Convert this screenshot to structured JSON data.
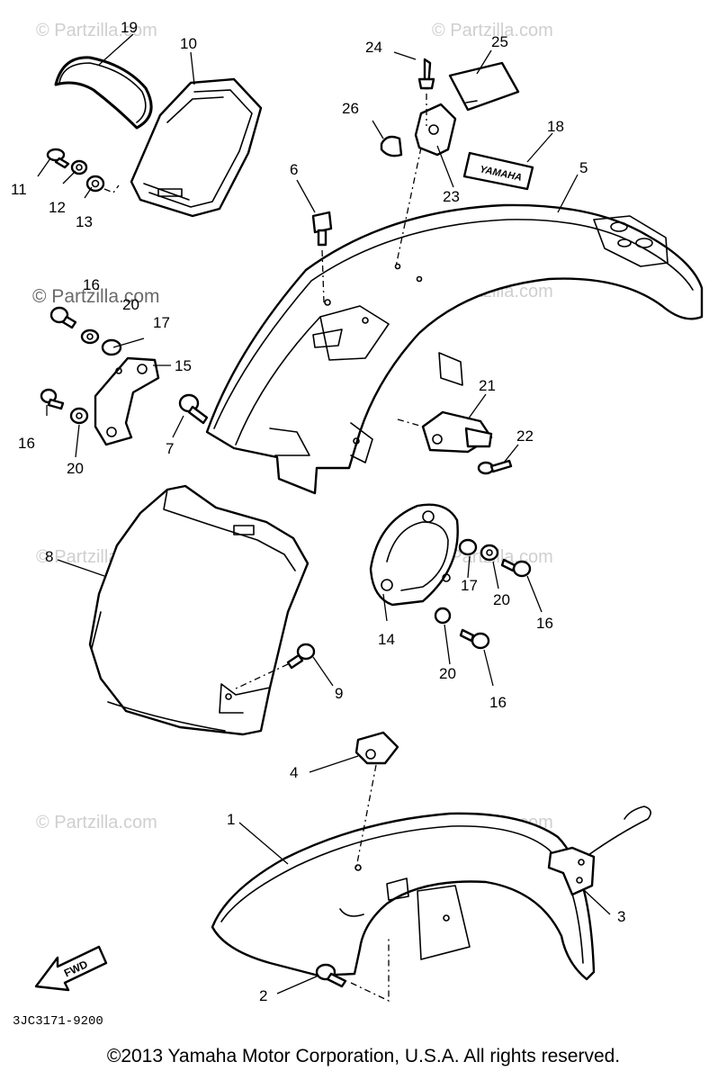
{
  "diagram": {
    "part_numbers": [
      "1",
      "2",
      "3",
      "4",
      "5",
      "6",
      "7",
      "8",
      "9",
      "10",
      "11",
      "12",
      "13",
      "14",
      "15",
      "16",
      "17",
      "18",
      "19",
      "20",
      "21",
      "22",
      "23",
      "24",
      "25",
      "26"
    ],
    "callouts": {
      "c1": "1",
      "c2": "2",
      "c3": "3",
      "c4": "4",
      "c5": "5",
      "c6": "6",
      "c7": "7",
      "c8": "8",
      "c9": "9",
      "c10": "10",
      "c11": "11",
      "c12": "12",
      "c13": "13",
      "c14": "14",
      "c15": "15",
      "c16a": "16",
      "c16b": "16",
      "c16c": "16",
      "c16d": "16",
      "c17a": "17",
      "c17b": "17",
      "c18": "18",
      "c19": "19",
      "c20a": "20",
      "c20b": "20",
      "c20c": "20",
      "c20d": "20",
      "c21": "21",
      "c22": "22",
      "c23": "23",
      "c24": "24",
      "c25": "25",
      "c26": "26"
    },
    "fwd_label": "FWD",
    "decal_text": "YAMAHA",
    "diagram_code": "3JC3171-9200",
    "watermark": "© Partzilla.com"
  },
  "footer": {
    "copyright": "©2013  Yamaha Motor Corporation, U.S.A. All rights reserved."
  }
}
